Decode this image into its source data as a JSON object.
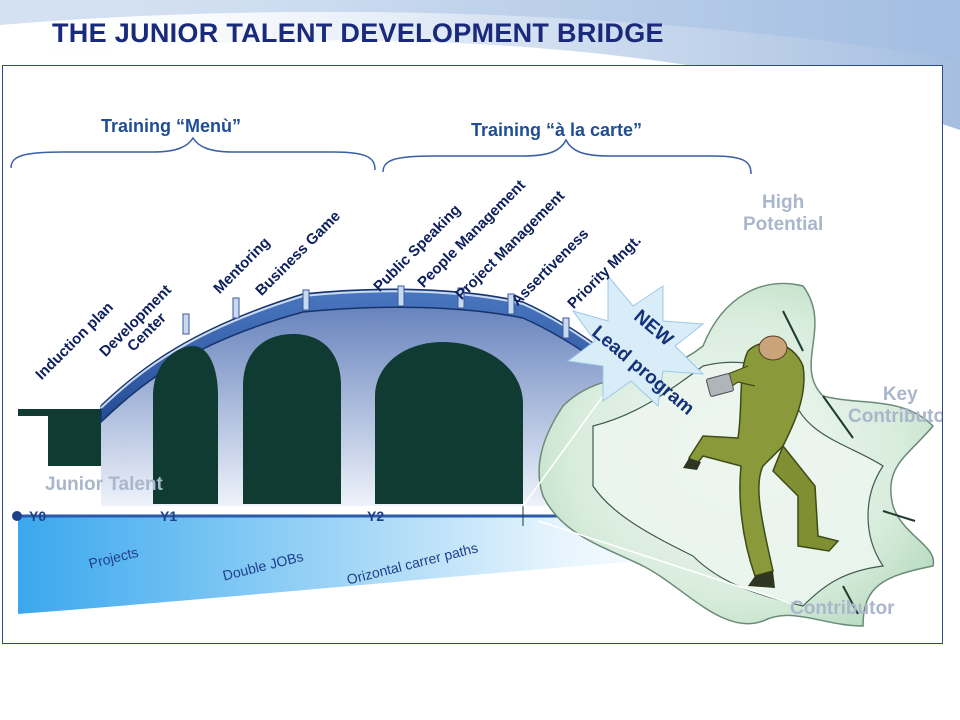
{
  "title": "THE JUNIOR TALENT DEVELOPMENT BRIDGE",
  "training_menu": "Training “Menù”",
  "training_carte": "Training “à la carte”",
  "menu_items": [
    "Induction plan",
    "Development\nCenter",
    "Mentoring",
    "Business Game"
  ],
  "carte_items": [
    "Public Speaking",
    "People Management",
    "Project Management",
    "Assertiveness",
    "Priority Mngt."
  ],
  "levels": {
    "high_potential": "High\nPotential",
    "key_contributor": "Key\nContributor",
    "contributor": "Contributor",
    "junior_talent": "Junior Talent"
  },
  "timeline": [
    "Y0",
    "Y1",
    "Y2"
  ],
  "paths": [
    "Projects",
    "Double JOBs",
    "Orizontal carrer paths"
  ],
  "new_badge": "NEW",
  "lead_program": "Lead program",
  "colors": {
    "title": "#1a2a7a",
    "header_blue": "#1f4e96",
    "bridge_blue": "#2f5da8",
    "arch_dark": "#0f3b33",
    "soft_label": "#a9b6cc",
    "figure_green": "#8a9a3a"
  },
  "icons": [
    "bridge-illustration",
    "starburst-icon",
    "walking-man-illustration",
    "leaf-splash-shape"
  ]
}
